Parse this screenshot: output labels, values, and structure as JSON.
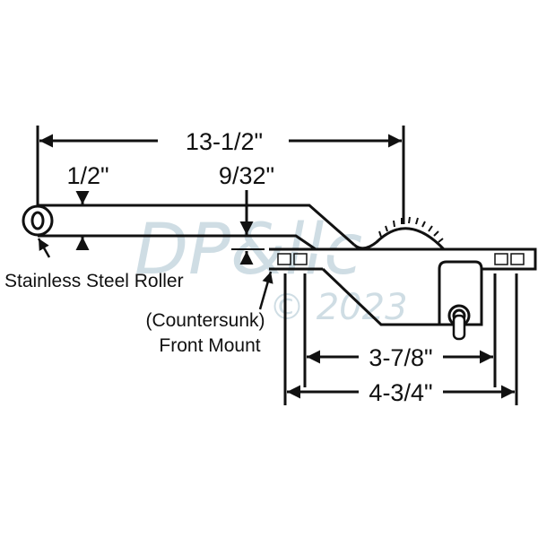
{
  "dimensions": {
    "overall_length": "13-1/2\"",
    "roller_offset": "1/2\"",
    "arm_offset": "9/32\"",
    "hole_spacing": "3-7/8\"",
    "base_length": "4-3/4\""
  },
  "labels": {
    "roller": "Stainless Steel Roller",
    "mount_line1": "(Countersunk)",
    "mount_line2": "Front Mount"
  },
  "watermark": {
    "brand": "DP&llc",
    "copyright": "© 2023"
  },
  "colors": {
    "line": "#111111",
    "watermark": "#a9c3cf"
  }
}
